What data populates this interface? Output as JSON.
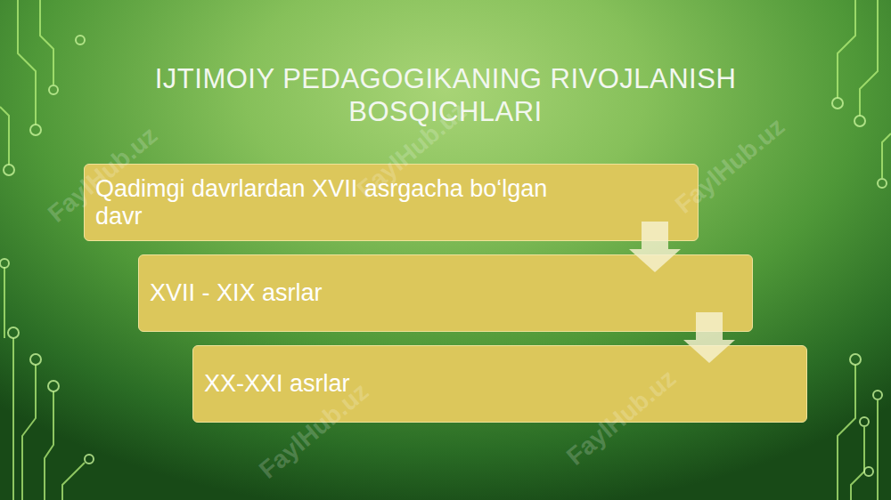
{
  "diagram": {
    "title": "IJTIMOIY PEDAGOGIKANING RIVOJLANISH BOSQICHLARI",
    "nodes": [
      {
        "text": [
          "Qadimgi davrlardan XVII asrgacha bo‘lgan davr"
        ]
      },
      {
        "text": [
          "XVII - XIX asrlar"
        ]
      },
      {
        "text": [
          "XX-XXI asrlar"
        ]
      }
    ],
    "edges": [
      {
        "from": 0,
        "to": 1,
        "arrow": "to"
      },
      {
        "from": 1,
        "to": 2,
        "arrow": "to"
      }
    ],
    "labels": [
      "FaylHub.uz",
      "FaylHub.uz",
      "FaylHub.uz",
      "FaylHub.uz",
      "FaylHub.uz"
    ]
  }
}
